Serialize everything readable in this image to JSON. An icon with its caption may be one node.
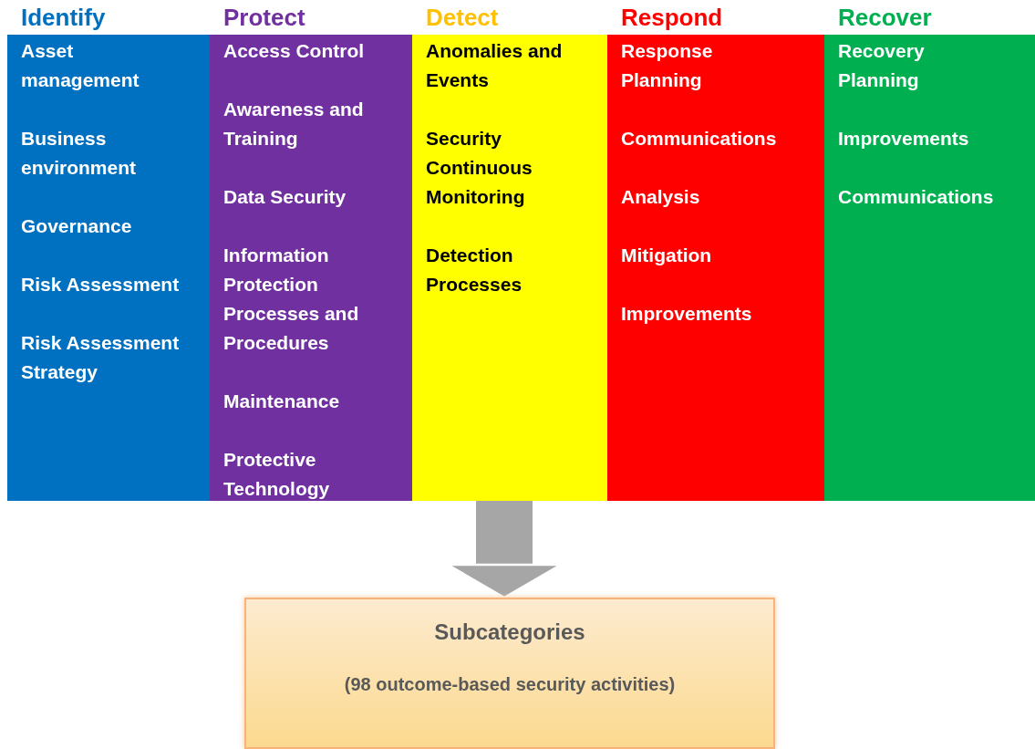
{
  "diagram": {
    "nodes": [
      {
        "text": [
          "Identify",
          "Asset management",
          "Business environment",
          "Governance",
          "Risk Assessment",
          "Risk Assessment Strategy"
        ]
      },
      {
        "text": [
          "Protect",
          "Access Control",
          "Awareness and Training",
          "Data Security",
          "Information Protection Processes and Procedures",
          "Maintenance",
          "Protective Technology"
        ]
      },
      {
        "text": [
          "Detect",
          "Anomalies and Events",
          "Security Continuous Monitoring",
          "Detection Processes"
        ]
      },
      {
        "text": [
          "Respond",
          "Response Planning",
          "Communications",
          "Analysis",
          "Mitigation",
          "Improvements"
        ]
      },
      {
        "text": [
          "Recover",
          "Recovery Planning",
          "Improvements",
          "Communications"
        ]
      },
      {
        "text": [
          "Subcategories",
          "(98 outcome-based security activities)"
        ]
      }
    ],
    "edges": [
      {
        "from": 2,
        "to": 5,
        "arrow": "to"
      }
    ]
  }
}
